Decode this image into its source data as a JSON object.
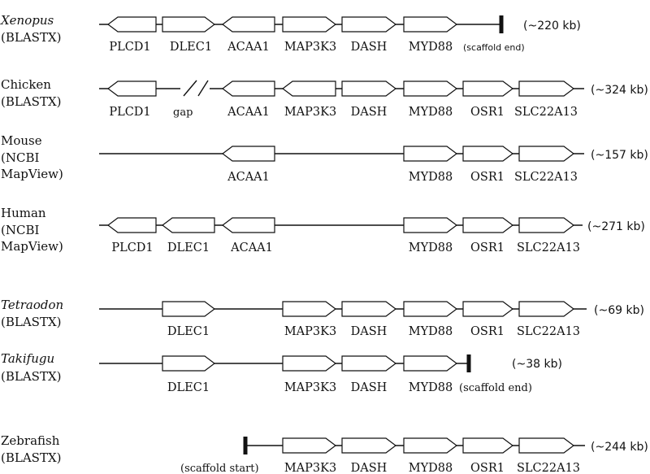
{
  "tracks": [
    {
      "species_lines": [
        "Xenopus",
        "(BLASTX)"
      ],
      "italic_first": true,
      "size": "(~220 kb)",
      "genes": [
        {
          "name": "PLCD1",
          "dir": "left"
        },
        {
          "name": "DLEC1",
          "dir": "right"
        },
        {
          "name": "ACAA1",
          "dir": "left"
        },
        {
          "name": "MAP3K3",
          "dir": "right"
        },
        {
          "name": "DASH",
          "dir": "right"
        },
        {
          "name": "MYD88",
          "dir": "right"
        }
      ],
      "note": "(scaffold end)"
    },
    {
      "species_lines": [
        "Chicken",
        "(BLASTX)"
      ],
      "italic_first": false,
      "size": "(~324 kb)",
      "genes": [
        {
          "name": "PLCD1",
          "dir": "left"
        },
        {
          "name": "ACAA1",
          "dir": "left"
        },
        {
          "name": "MAP3K3",
          "dir": "left"
        },
        {
          "name": "DASH",
          "dir": "right"
        },
        {
          "name": "MYD88",
          "dir": "right"
        },
        {
          "name": "OSR1",
          "dir": "right"
        },
        {
          "name": "SLC22A13",
          "dir": "right"
        }
      ],
      "note": "gap"
    },
    {
      "species_lines": [
        "Mouse",
        "(NCBI",
        "MapView)"
      ],
      "italic_first": false,
      "size": "(~157 kb)",
      "genes": [
        {
          "name": "ACAA1",
          "dir": "left"
        },
        {
          "name": "MYD88",
          "dir": "right"
        },
        {
          "name": "OSR1",
          "dir": "right"
        },
        {
          "name": "SLC22A13",
          "dir": "right"
        }
      ],
      "note": ""
    },
    {
      "species_lines": [
        "Human",
        "(NCBI",
        "MapView)"
      ],
      "italic_first": false,
      "size": "(~271 kb)",
      "genes": [
        {
          "name": "PLCD1",
          "dir": "left"
        },
        {
          "name": "DLEC1",
          "dir": "left"
        },
        {
          "name": "ACAA1",
          "dir": "left"
        },
        {
          "name": "MYD88",
          "dir": "right"
        },
        {
          "name": "OSR1",
          "dir": "right"
        },
        {
          "name": "SLC22A13",
          "dir": "right"
        }
      ],
      "note": ""
    },
    {
      "species_lines": [
        "Tetraodon",
        "(BLASTX)"
      ],
      "italic_first": true,
      "size": "(~69 kb)",
      "genes": [
        {
          "name": "DLEC1",
          "dir": "right"
        },
        {
          "name": "MAP3K3",
          "dir": "right"
        },
        {
          "name": "DASH",
          "dir": "right"
        },
        {
          "name": "MYD88",
          "dir": "right"
        },
        {
          "name": "OSR1",
          "dir": "right"
        },
        {
          "name": "SLC22A13",
          "dir": "right"
        }
      ],
      "note": ""
    },
    {
      "species_lines": [
        "Takifugu",
        "(BLASTX)"
      ],
      "italic_first": true,
      "size": "(~38 kb)",
      "genes": [
        {
          "name": "DLEC1",
          "dir": "right"
        },
        {
          "name": "MAP3K3",
          "dir": "right"
        },
        {
          "name": "DASH",
          "dir": "right"
        },
        {
          "name": "MYD88",
          "dir": "right"
        }
      ],
      "note": "(scaffold end)"
    },
    {
      "species_lines": [
        "Zebrafish",
        "(BLASTX)"
      ],
      "italic_first": false,
      "size": "(~244 kb)",
      "genes": [
        {
          "name": "MAP3K3",
          "dir": "right"
        },
        {
          "name": "DASH",
          "dir": "right"
        },
        {
          "name": "MYD88",
          "dir": "right"
        },
        {
          "name": "OSR1",
          "dir": "right"
        },
        {
          "name": "SLC22A13",
          "dir": "right"
        }
      ],
      "note": "(scaffold start)"
    }
  ]
}
